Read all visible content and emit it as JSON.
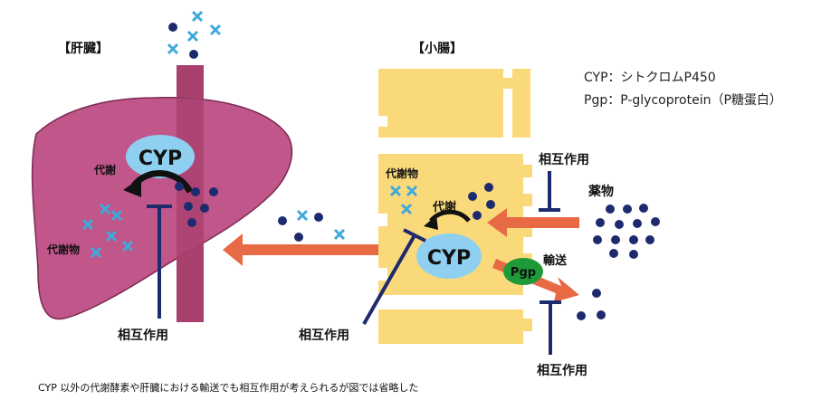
{
  "sections": {
    "liver_title": "【肝臓】",
    "intestine_title": "【小腸】"
  },
  "legend": {
    "cyp_line": "CYP：シトクロムP450",
    "pgp_line": "Pgp：P-glycoprotein（P糖蛋白）"
  },
  "labels": {
    "cyp": "CYP",
    "pgp": "Pgp",
    "metabolism": "代謝",
    "metabolite": "代謝物",
    "interaction": "相互作用",
    "drug": "薬物",
    "transport": "輸送"
  },
  "footnote": "CYP 以外の代謝酵素や肝臓における輸送でも相互作用が考えられるが図では省略した",
  "colors": {
    "liver": "#c0568a",
    "vessel": "#a9416e",
    "intestine": "#fad97a",
    "cyp_fill": "#8fd0f0",
    "pgp_fill": "#1e9a38",
    "arrow": "#e86a45",
    "inhibitor": "#1d2b6e",
    "drug_dot": "#1d2b6e",
    "metabolite_mark": "#3fa9dc"
  }
}
